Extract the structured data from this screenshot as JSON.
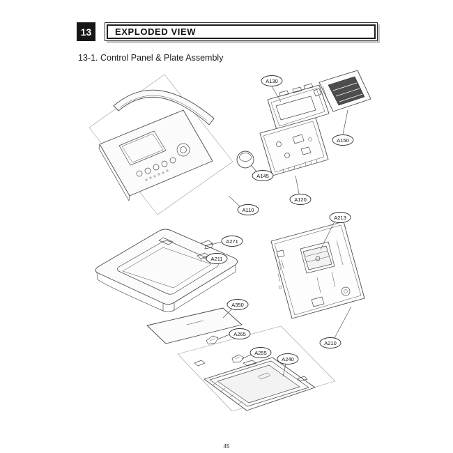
{
  "header": {
    "section_number": "13",
    "title": "EXPLODED VIEW"
  },
  "subtitle": "13-1. Control Panel & Plate Assembly",
  "page_number": "45",
  "callouts": [
    {
      "label": "A130"
    },
    {
      "label": "A150"
    },
    {
      "label": "A145"
    },
    {
      "label": "A120"
    },
    {
      "label": "A110"
    },
    {
      "label": "A213"
    },
    {
      "label": "A271"
    },
    {
      "label": "A211"
    },
    {
      "label": "A350"
    },
    {
      "label": "A265"
    },
    {
      "label": "A210"
    },
    {
      "label": "A255"
    },
    {
      "label": "A240"
    }
  ]
}
